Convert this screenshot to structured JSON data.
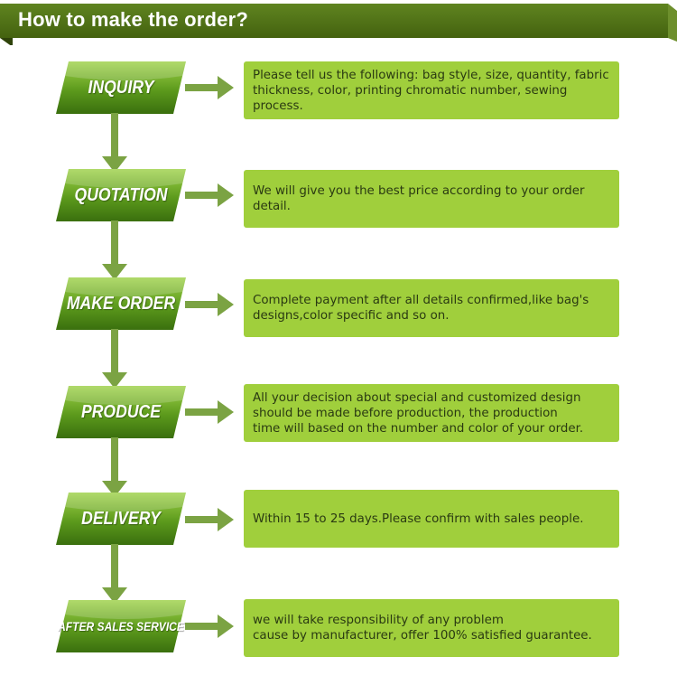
{
  "header": {
    "title": "How to make the order?"
  },
  "colors": {
    "header_dark": "#4b6a15",
    "header_light": "#79a32b",
    "badge_dark": "#3f7a10",
    "badge_light": "#8bc33a",
    "arrow": "#7ba343",
    "box": "#a0cf3c"
  },
  "steps": [
    {
      "label": "INQUIRY",
      "description": "Please tell us the following: bag style, size, quantity, fabric\nthickness, color, printing chromatic number, sewing process."
    },
    {
      "label": "QUOTATION",
      "description": "We will give you the best price according to your order detail."
    },
    {
      "label": "MAKE ORDER",
      "description": "Complete payment after all details confirmed,like bag's\ndesigns,color specific and so on."
    },
    {
      "label": "PRODUCE",
      "description": "All your decision about special and customized design\nshould be made before production, the production\n time will based on the number and color of your order."
    },
    {
      "label": "DELIVERY",
      "description": "Within 15 to 25 days.Please confirm with sales people."
    },
    {
      "label": "AFTER SALES SERVICE",
      "description": "we will take responsibility of any problem\ncause by manufacturer, offer 100% satisfied guarantee."
    }
  ]
}
